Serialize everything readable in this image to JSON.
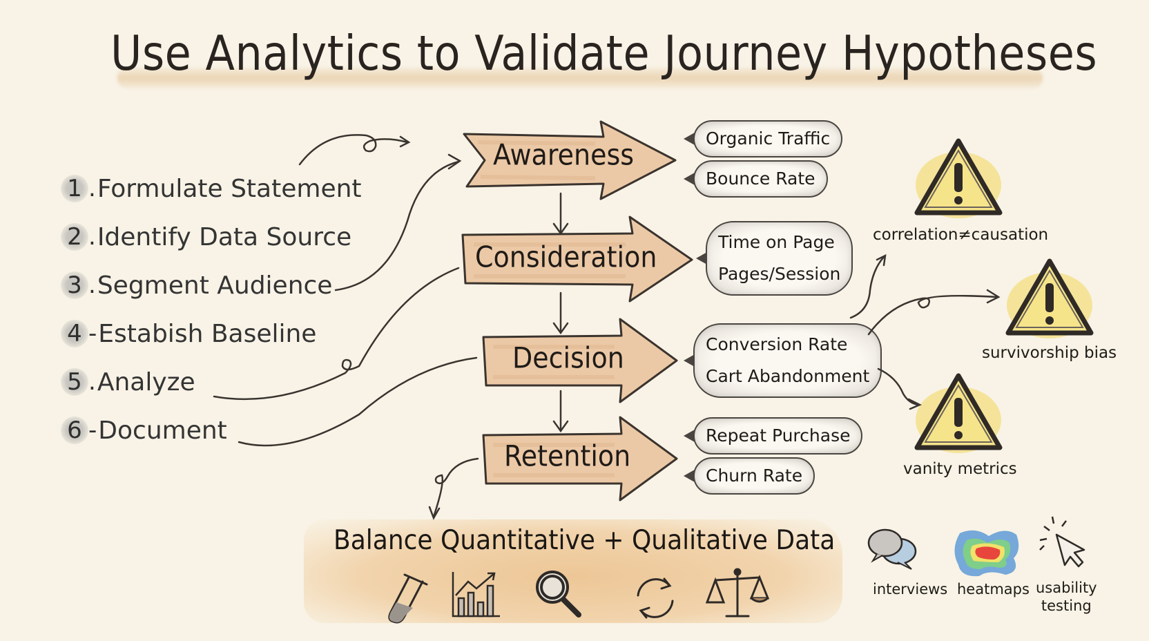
{
  "title": "Use Analytics to Validate Journey Hypotheses",
  "steps": [
    {
      "num": "1",
      "sep": ".",
      "label": "Formulate Statement"
    },
    {
      "num": "2",
      "sep": ".",
      "label": "Identify Data Source"
    },
    {
      "num": "3",
      "sep": ".",
      "label": "Segment Audience"
    },
    {
      "num": "4",
      "sep": "-",
      "label": "Estabish Baseline"
    },
    {
      "num": "5",
      "sep": ".",
      "label": "Analyze"
    },
    {
      "num": "6",
      "sep": "-",
      "label": "Document"
    }
  ],
  "stages": [
    {
      "label": "Awareness",
      "metrics": [
        "Organic Traffic",
        "Bounce Rate"
      ]
    },
    {
      "label": "Consideration",
      "metrics": [
        "Time on Page",
        "Pages/Session"
      ]
    },
    {
      "label": "Decision",
      "metrics": [
        "Conversion Rate",
        "Cart Abandonment"
      ]
    },
    {
      "label": "Retention",
      "metrics": [
        "Repeat Purchase",
        "Churn Rate"
      ]
    }
  ],
  "pitfalls": [
    {
      "label": "correlation≠causation",
      "icon": "warning-icon"
    },
    {
      "label": "survivorship bias",
      "icon": "warning-icon"
    },
    {
      "label": "vanity metrics",
      "icon": "warning-icon"
    }
  ],
  "balance": {
    "title": "Balance Quantitative + Qualitative Data",
    "icons": [
      "test-tube-icon",
      "bar-chart-trend-icon",
      "magnifier-icon",
      "refresh-cycle-icon",
      "scales-icon"
    ]
  },
  "qualitative": [
    {
      "label": "interviews",
      "icon": "speech-bubbles-icon"
    },
    {
      "label": "heatmaps",
      "icon": "heatmap-icon"
    },
    {
      "label_line1": "usability",
      "label_line2": "testing",
      "icon": "cursor-click-icon"
    }
  ],
  "colors": {
    "background": "#f8f3e6",
    "arrow_fill": "#ecc9a6",
    "ink": "#2b2622",
    "warning_yellow": "#f3d968",
    "balance_wash": "#ecc492"
  }
}
